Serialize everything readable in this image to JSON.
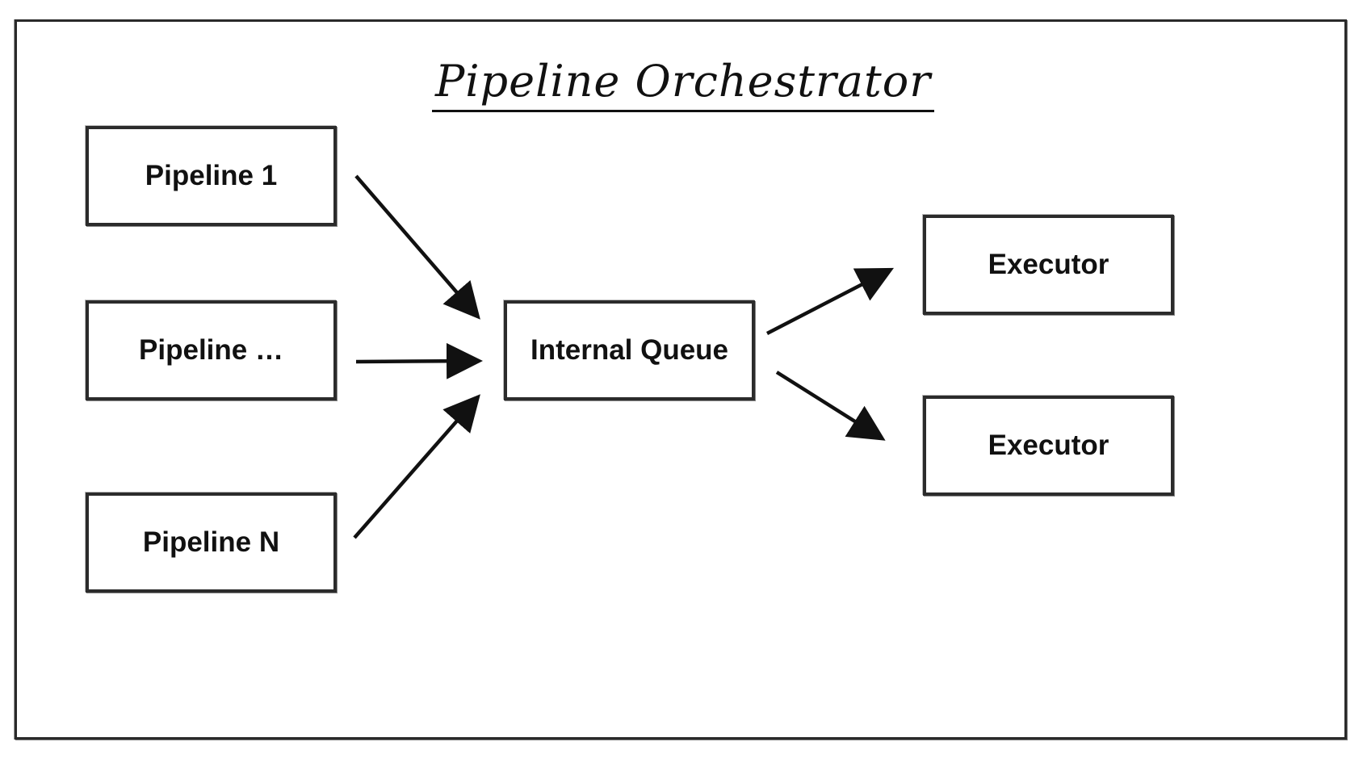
{
  "diagram": {
    "title": "Pipeline Orchestrator",
    "nodes": {
      "pipeline_1": "Pipeline 1",
      "pipeline_mid": "Pipeline …",
      "pipeline_n": "Pipeline N",
      "internal_queue": "Internal Queue",
      "executor_1": "Executor",
      "executor_2": "Executor"
    },
    "edges": [
      {
        "from": "Pipeline 1",
        "to": "Internal Queue"
      },
      {
        "from": "Pipeline …",
        "to": "Internal Queue"
      },
      {
        "from": "Pipeline N",
        "to": "Internal Queue"
      },
      {
        "from": "Internal Queue",
        "to": "Executor"
      },
      {
        "from": "Internal Queue",
        "to": "Executor"
      }
    ]
  }
}
